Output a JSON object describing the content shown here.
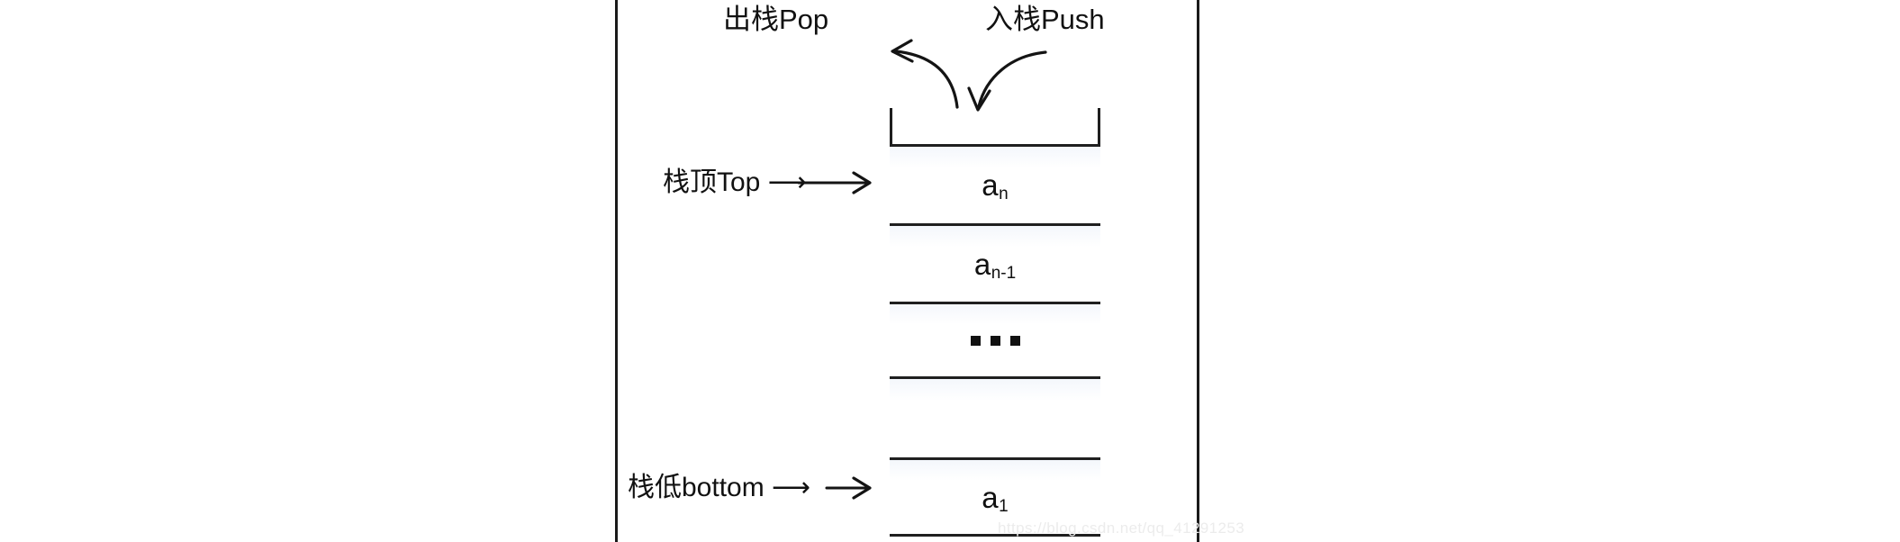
{
  "diagram": {
    "title_pop": "出栈Pop",
    "title_push": "入栈Push",
    "label_top": "栈顶Top ⟶",
    "label_bottom": "栈低bottom ⟶",
    "watermark": "https://blog.csdn.net/qq_41291253",
    "colors": {
      "stroke": "#1f1f1f",
      "frame": "#1a1a1a",
      "cell_fill": "#ffffff",
      "cell_tint": "#f4f7fc",
      "text": "#111111",
      "watermark": "#ececec"
    },
    "stack_cells": [
      {
        "id": "cell-an",
        "main": "a",
        "sub": "n",
        "kind": "value"
      },
      {
        "id": "cell-an1",
        "main": "a",
        "sub": "n-1",
        "kind": "value"
      },
      {
        "id": "cell-dots",
        "main": "",
        "sub": "",
        "kind": "ellipsis"
      },
      {
        "id": "cell-empty",
        "main": "",
        "sub": "",
        "kind": "empty"
      },
      {
        "id": "cell-a1",
        "main": "a",
        "sub": "1",
        "kind": "value"
      }
    ],
    "arrows": {
      "pop": "curved-arrow-up-left",
      "push": "curved-arrow-down",
      "top": "arrow-right",
      "bottom": "arrow-right"
    }
  }
}
